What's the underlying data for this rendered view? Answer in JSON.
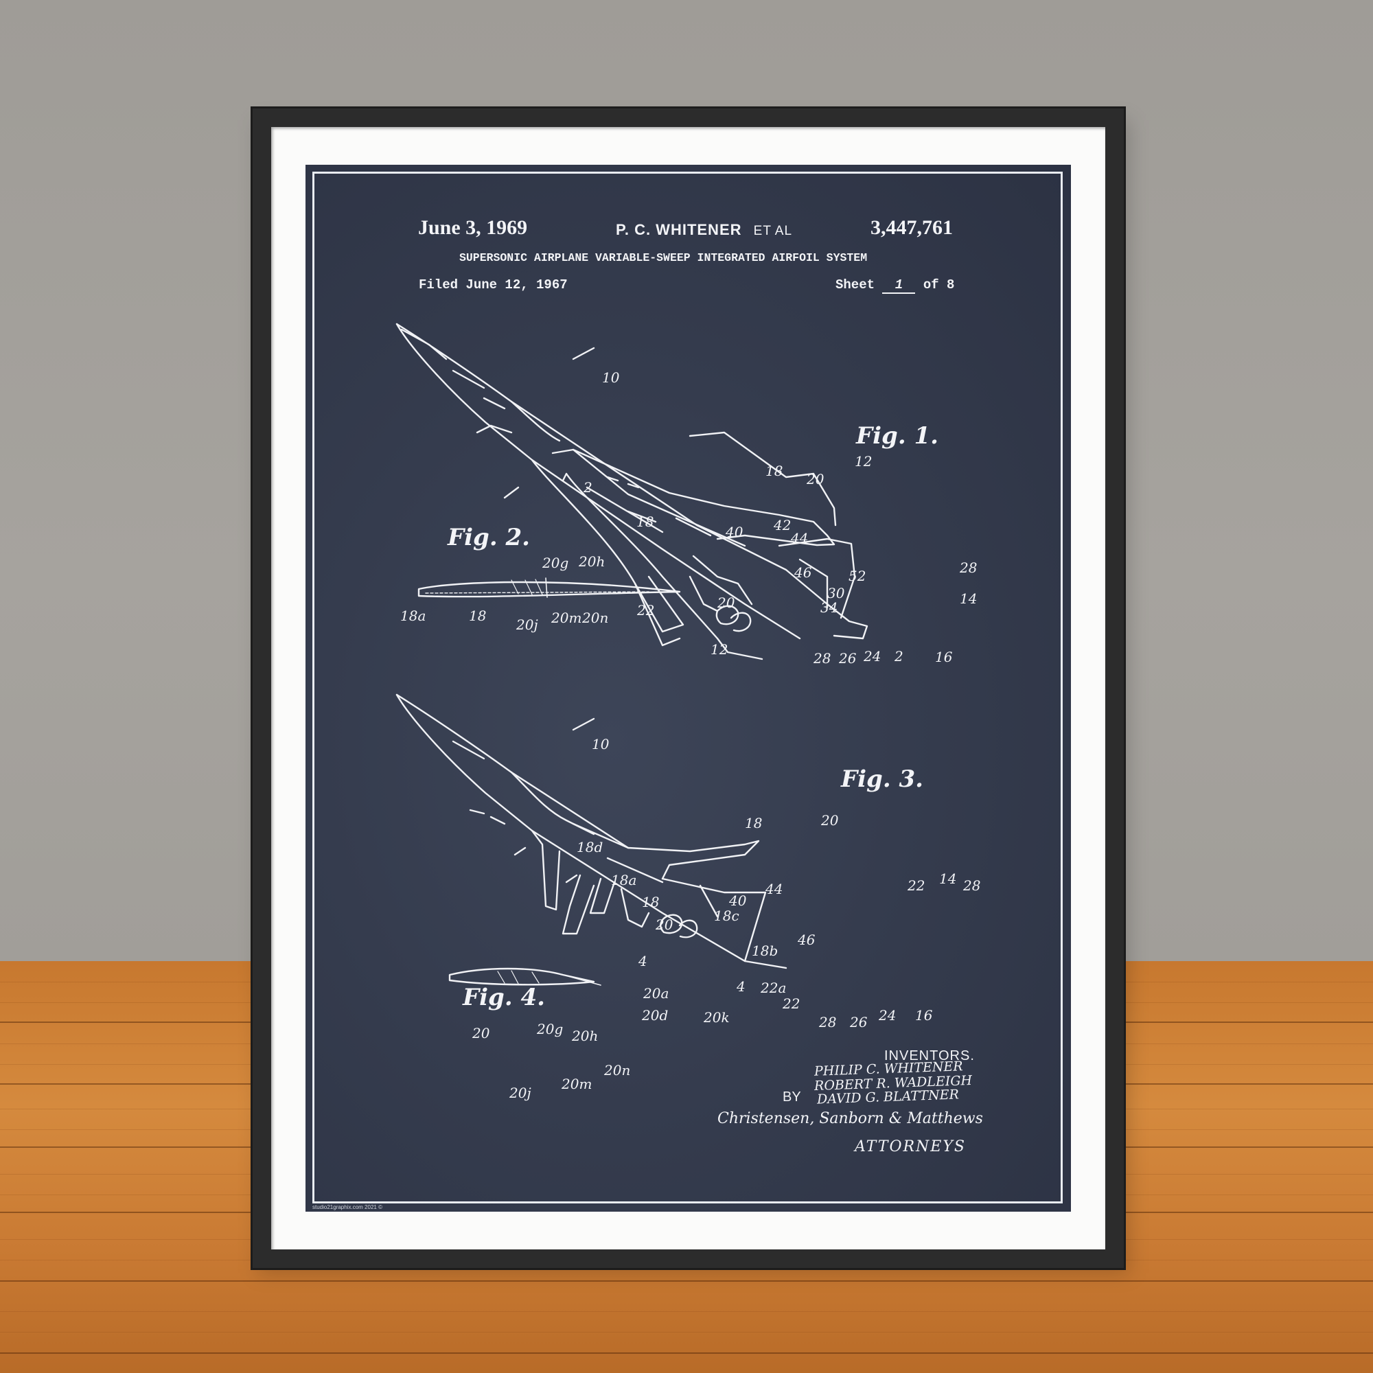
{
  "patent": {
    "date": "June 3, 1969",
    "inventor_header": "P. C. WHITENER",
    "et_al": "ET AL",
    "number": "3,447,761",
    "title": "SUPERSONIC AIRPLANE VARIABLE-SWEEP INTEGRATED AIRFOIL SYSTEM",
    "filed": "Filed June 12, 1967",
    "sheet_prefix": "Sheet",
    "sheet_number": "1",
    "sheet_suffix": "of 8"
  },
  "figures": {
    "fig1": "Fig. 1.",
    "fig2": "Fig. 2.",
    "fig3": "Fig. 3.",
    "fig4": "Fig. 4."
  },
  "refs_fig1": [
    "10",
    "12",
    "18",
    "20",
    "2",
    "18",
    "40",
    "42",
    "44",
    "46",
    "52",
    "28",
    "14",
    "30",
    "34",
    "20",
    "12",
    "28",
    "26",
    "24",
    "2",
    "16"
  ],
  "refs_fig2": [
    "20g",
    "20h",
    "18a",
    "18",
    "20j",
    "20m",
    "20n",
    "22"
  ],
  "refs_fig3": [
    "10",
    "18",
    "20",
    "18d",
    "18a",
    "18",
    "40",
    "44",
    "22",
    "14",
    "28",
    "20",
    "18c",
    "18b",
    "46",
    "4",
    "20a",
    "20d",
    "20k",
    "4",
    "22a",
    "22",
    "28",
    "26",
    "24",
    "16"
  ],
  "refs_fig4": [
    "20",
    "20g",
    "20h",
    "20n",
    "20j",
    "20m"
  ],
  "inventors": {
    "heading": "INVENTORS.",
    "names": [
      "PHILIP C. WHITENER",
      "ROBERT R. WADLEIGH",
      "DAVID G. BLATTNER"
    ],
    "by": "BY",
    "signature": "Christensen, Sanborn & Matthews",
    "attorneys": "ATTORNEYS"
  },
  "credit": "studio21graphix.com 2021 ©",
  "colors": {
    "poster": "#353c4e",
    "ink": "#f3f4f7",
    "frame": "#2c2c2c",
    "mat": "#fbfbfa",
    "wall": "#a29f9a",
    "floor": "#c97a33"
  }
}
